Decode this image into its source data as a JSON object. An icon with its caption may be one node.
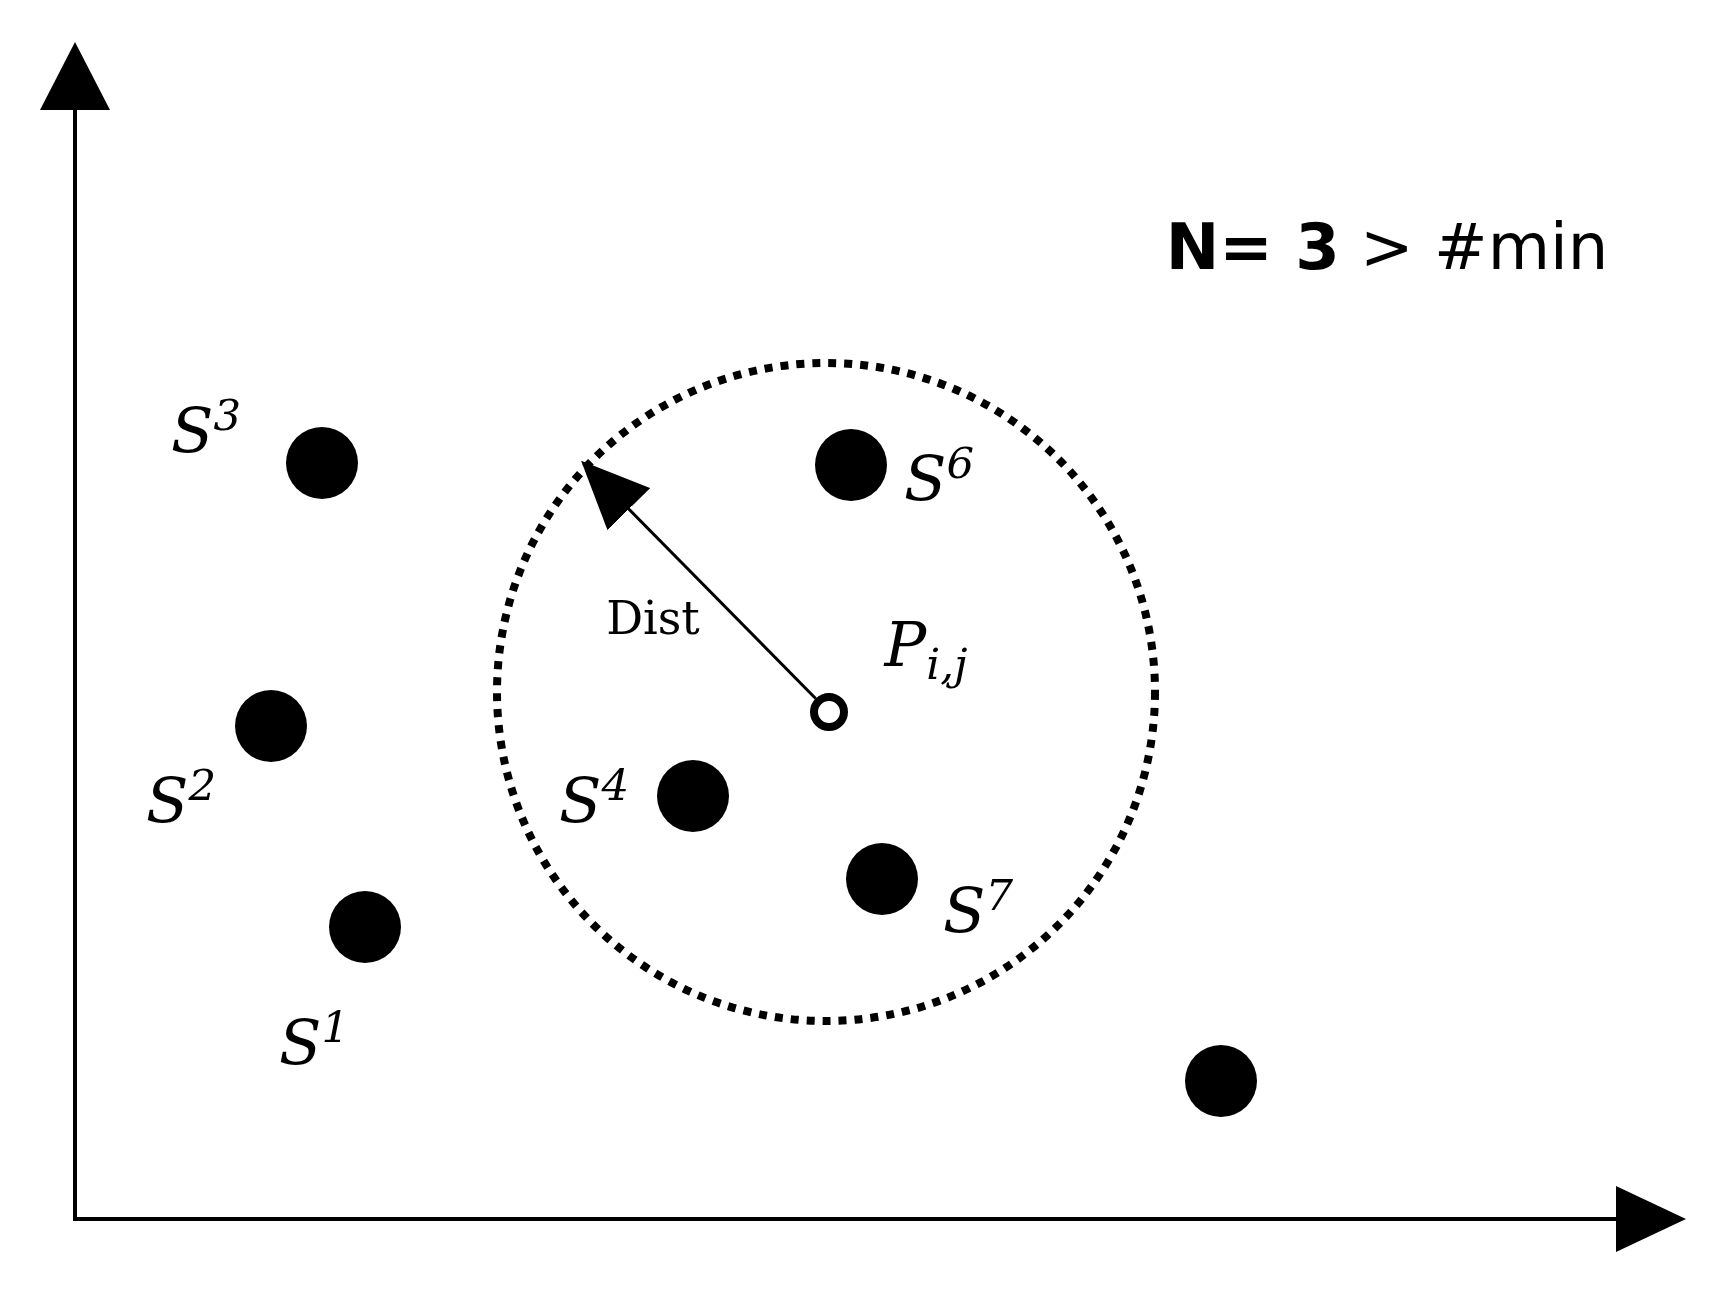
{
  "diagram": {
    "nodes": [
      {
        "text": [],
        "shape": "circle"
      },
      {
        "text": [],
        "shape": "circle",
        "in": 0
      }
    ],
    "edges": [
      {
        "from": 1,
        "to": 0,
        "arrow": "to",
        "label": "Dist"
      }
    ],
    "labels": [
      "**N= 3** > #min",
      "S$^{3}$",
      "S$^{6}$",
      "P$_{i,j}$",
      "S$^{2}$",
      "S$^{4}$",
      "S$^{7}$",
      "S$^{1}$"
    ]
  }
}
